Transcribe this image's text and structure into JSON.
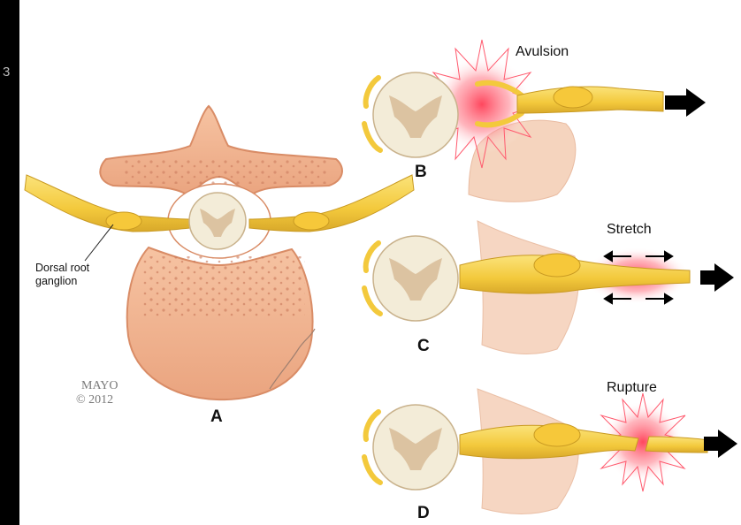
{
  "edge_character": "3",
  "panels": {
    "a": {
      "letter": "A",
      "annotation_line1": "Dorsal root",
      "annotation_line2": "ganglion"
    },
    "b": {
      "letter": "B",
      "caption": "Avulsion"
    },
    "c": {
      "letter": "C",
      "caption": "Stretch"
    },
    "d": {
      "letter": "D",
      "caption": "Rupture"
    }
  },
  "credit": {
    "line1": "MAYO",
    "line2": "© 2012"
  },
  "colors": {
    "bone": "#f2b48f",
    "bone_dark": "#d98c66",
    "nerve": "#f7d44a",
    "nerve_dark": "#d9a92a",
    "cord": "#f3ecd8",
    "gray_matter": "#dcc3a1",
    "injury": "#ff5a6e",
    "arrow": "#000000"
  }
}
